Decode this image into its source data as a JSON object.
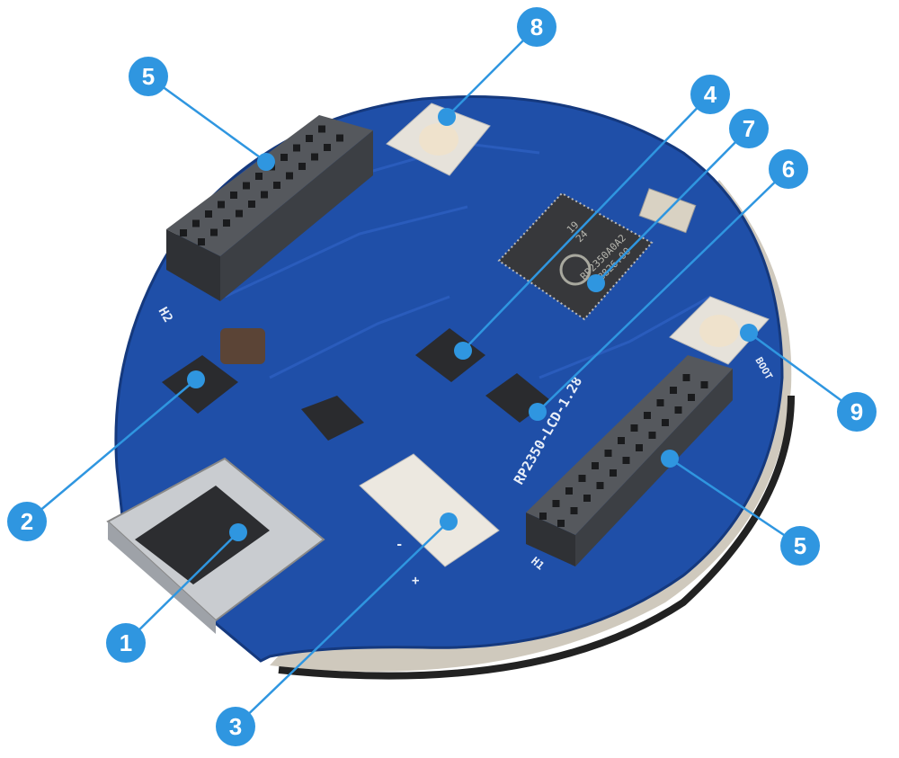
{
  "board": {
    "silkscreen_model": "RP2350-LCD-1.28",
    "header_left_label": "H2",
    "header_right_label": "H1",
    "boot_label": "BOOT",
    "chip_marking": [
      "RP2350A0A2",
      "P6B826.00",
      "19",
      "24"
    ],
    "connector_minus": "-",
    "connector_plus": "+"
  },
  "callouts": [
    {
      "id": "5a",
      "number": "5"
    },
    {
      "id": "8",
      "number": "8"
    },
    {
      "id": "4",
      "number": "4"
    },
    {
      "id": "7",
      "number": "7"
    },
    {
      "id": "6",
      "number": "6"
    },
    {
      "id": "9",
      "number": "9"
    },
    {
      "id": "5b",
      "number": "5"
    },
    {
      "id": "2",
      "number": "2"
    },
    {
      "id": "1",
      "number": "1"
    },
    {
      "id": "3",
      "number": "3"
    }
  ],
  "colors": {
    "callout": "#2f96e0",
    "pcb": "#1f4fa8",
    "pcb_dark": "#173d86",
    "header": "#3c3f44"
  }
}
